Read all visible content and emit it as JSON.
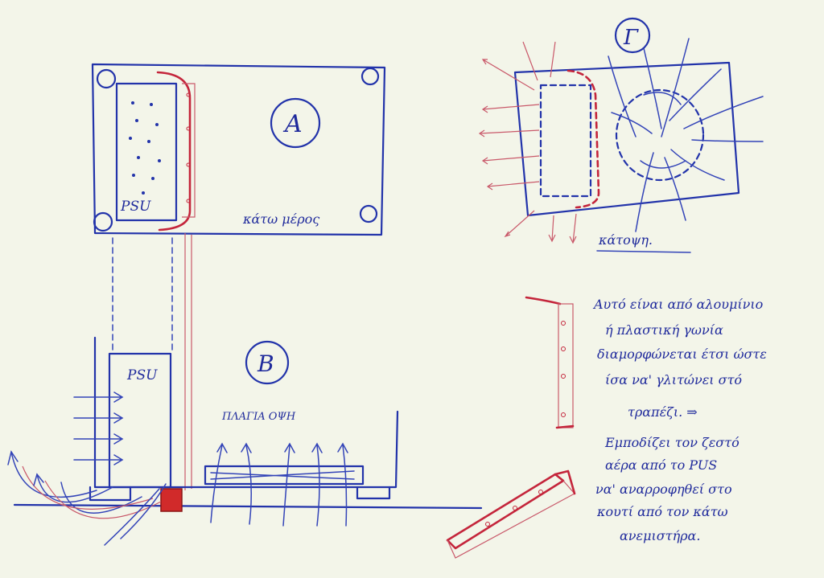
{
  "view_labels": {
    "a": "A",
    "b": "B",
    "g": "Γ"
  },
  "psu_top": "PSU",
  "psu_side": "PSU",
  "caption_bottom": "κάτω μέρος",
  "caption_side": "ΠΛΑΓΙΑ ΟΨΗ",
  "caption_top": "κάτοψη.",
  "note_lines": [
    "Αυτό είναι από αλουμίνιο",
    "ή πλαστική γωνία",
    "διαμορφώνεται έτσι ώστε",
    "ίσα να' γλιτώνει στό",
    "τραπέζι. ⇒",
    "Εμποδίζει τον ζεστό",
    "αέρα από το PUS",
    "να' αναρροφηθεί στο",
    "κουτί από τον κάτω",
    "ανεμιστήρα."
  ],
  "colors": {
    "ink_blue": "#2233aa",
    "ink_red": "#c4253b",
    "paper": "#f3f5e9"
  }
}
